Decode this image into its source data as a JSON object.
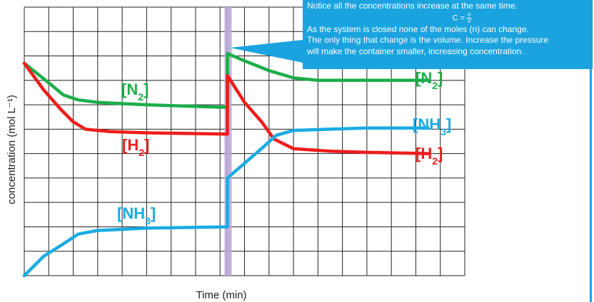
{
  "chart_data": {
    "type": "line",
    "xlabel": "Time (min)",
    "ylabel": "concentration (mol L⁻¹)",
    "xlim": [
      0,
      18
    ],
    "ylim": [
      0,
      11
    ],
    "grid": true,
    "disturbance_x": 8.3,
    "series": [
      {
        "name": "[N2]",
        "color": "#1cae4a",
        "label_positions": "left, right",
        "x": [
          0,
          1.0,
          1.6,
          2.2,
          3.0,
          5.0,
          8.0,
          8.3,
          8.3,
          9.0,
          10.0,
          11.0,
          12.0,
          14.0,
          16.5
        ],
        "y": [
          8.7,
          7.9,
          7.4,
          7.2,
          7.1,
          7.0,
          6.9,
          6.9,
          9.1,
          8.8,
          8.4,
          8.1,
          8.0,
          8.0,
          8.0
        ]
      },
      {
        "name": "[H2]",
        "color": "#ee1c1c",
        "x": [
          0,
          0.8,
          1.5,
          2.0,
          2.5,
          3.5,
          5.0,
          8.3,
          8.3,
          9.0,
          9.7,
          10.2,
          11.0,
          12.5,
          14.0,
          16.5
        ],
        "y": [
          8.7,
          7.6,
          6.8,
          6.3,
          6.0,
          5.9,
          5.85,
          5.8,
          8.2,
          7.1,
          6.3,
          5.6,
          5.2,
          5.1,
          5.05,
          5.0
        ]
      },
      {
        "name": "[NH3]",
        "color": "#1aabe3",
        "x": [
          0,
          0.8,
          1.6,
          2.2,
          3.0,
          5.0,
          8.3,
          8.3,
          9.0,
          9.8,
          10.3,
          11.0,
          12.5,
          14.0,
          16.5
        ],
        "y": [
          0,
          0.8,
          1.3,
          1.7,
          1.85,
          1.95,
          2.0,
          4.0,
          4.6,
          5.3,
          5.75,
          5.95,
          6.0,
          6.05,
          6.05
        ]
      }
    ],
    "labels": {
      "n2_left": "[N2]",
      "h2_left": "[H2]",
      "nh3_left": "[NH3]",
      "n2_right": "[N2]",
      "nh3_right": "[NH3]",
      "h2_right": "[H2]"
    }
  },
  "callout": {
    "line1": "Notice all the concentrations increase at the same time.",
    "formula_lhs": "C = ",
    "formula_num": "n",
    "formula_den": "V",
    "line2": "As the system is closed none of the moles (n) can change.",
    "line3": "The only thing that change is the volume. Increase the pressure",
    "line4": "will make the container smaller, increasing concentration.",
    "color": "#1aa3df"
  }
}
